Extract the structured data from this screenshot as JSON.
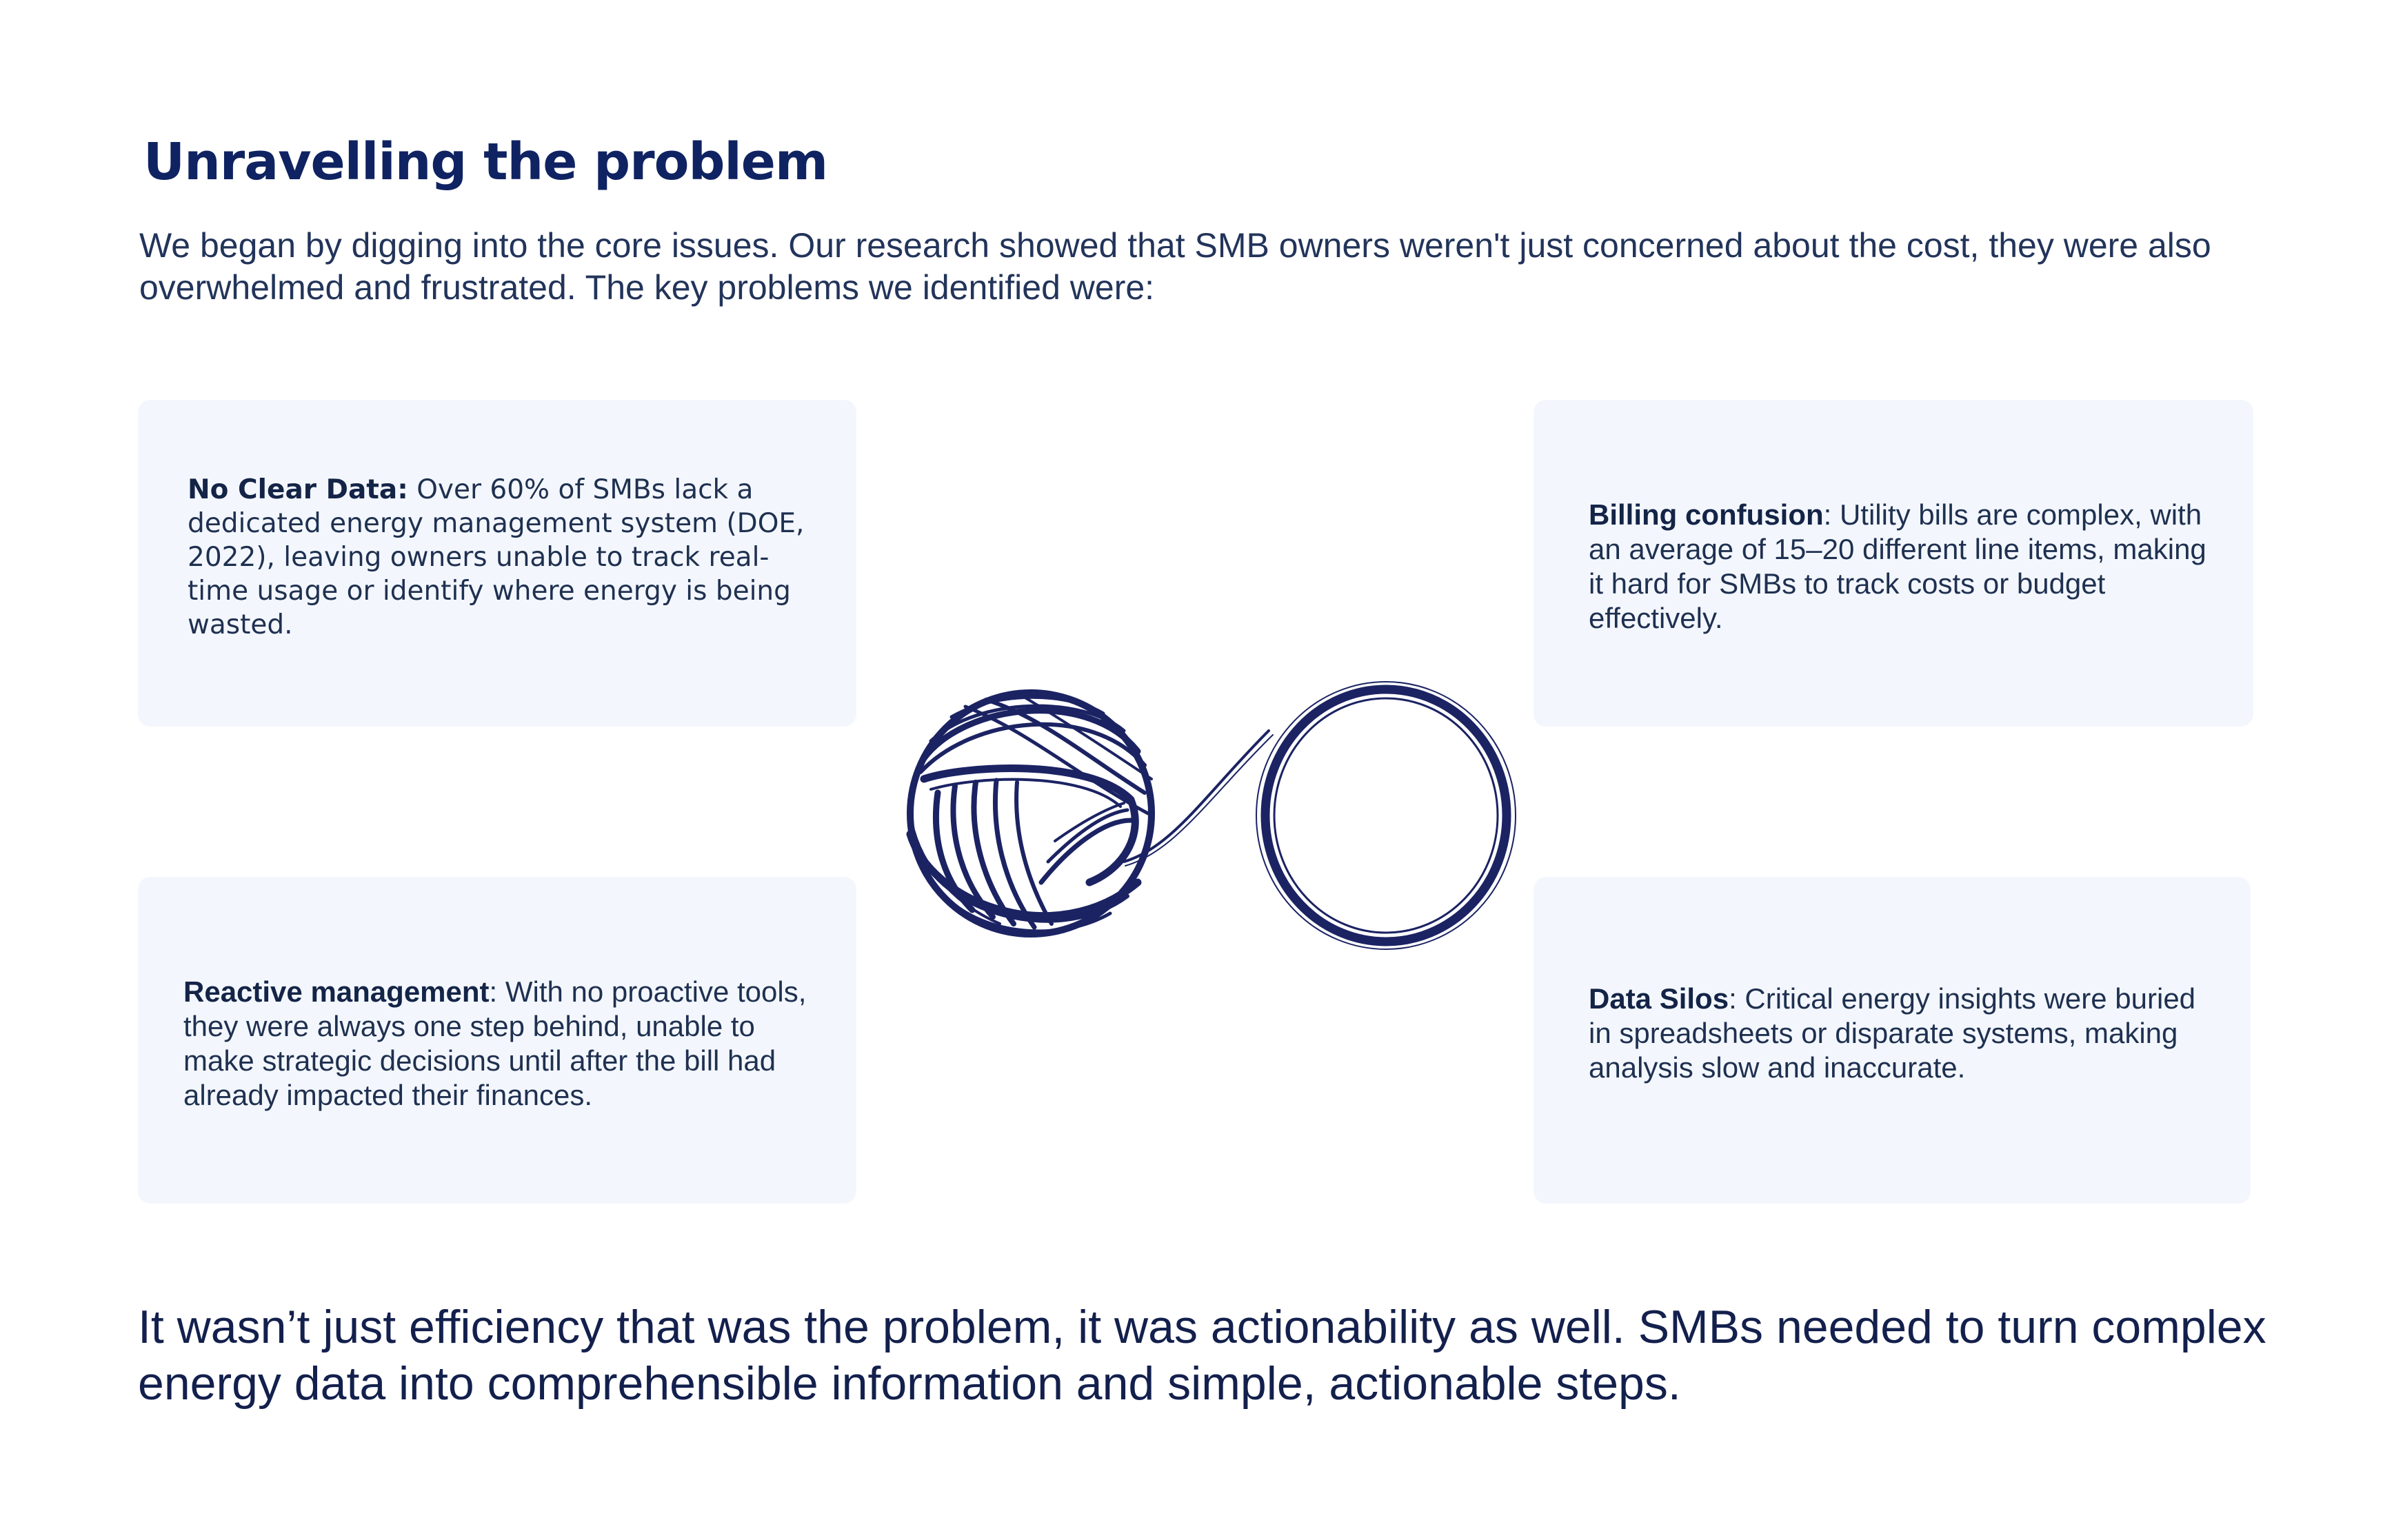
{
  "header": {
    "title": "Unravelling the problem",
    "intro": "We began by digging into the core issues. Our research showed that SMB owners weren't just concerned about the cost, they were also overwhelmed and frustrated. The key problems we identified were:"
  },
  "problems": [
    {
      "label": "No Clear Data:",
      "text": " Over 60% of SMBs lack a dedicated energy management system (DOE, 2022), leaving owners unable to track real-time usage or identify where energy is being wasted."
    },
    {
      "label": "Billing confusion",
      "text": ": Utility bills are complex, with an average of 15–20 different line items, making it hard for SMBs to track costs or budget effectively."
    },
    {
      "label": "Reactive management",
      "text": ": With no proactive tools, they were always one step behind, unable to make strategic decisions until after the bill had already impacted their finances."
    },
    {
      "label": "Data Silos",
      "text": ": Critical energy insights were buried in spreadsheets or disparate systems, making analysis slow and inaccurate."
    }
  ],
  "illustration": {
    "icon": "yarn-ball-icon",
    "color": "#1b2363"
  },
  "closing": "It wasn’t just efficiency that was the problem, it was actionability as well. SMBs needed to turn complex energy data into comprehensible information and simple, actionable steps.",
  "colors": {
    "title": "#0f2362",
    "card_background": "#f3f7fd",
    "body_text": "#1f3050"
  }
}
